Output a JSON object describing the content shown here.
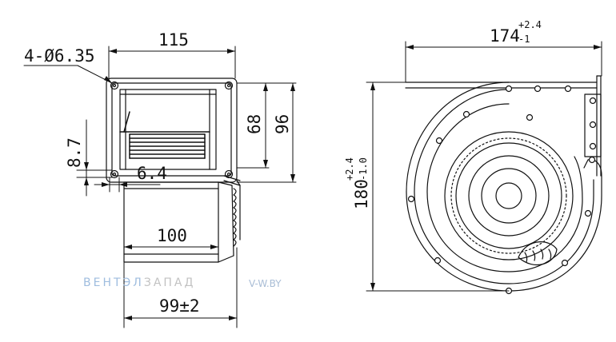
{
  "drawing": {
    "dimensions": {
      "holes": "4-Ø6.35",
      "width_top": "115",
      "height_inner": "68",
      "height_outer": "96",
      "offset_vertical": "8.7",
      "offset_horizontal": "6.4",
      "depth_inner": "100",
      "depth_outer": "99±2",
      "side_width": "174",
      "side_width_tol_upper": "+2.4",
      "side_width_tol_lower": "-1",
      "side_height": "180",
      "side_height_tol_upper": "+2.4",
      "side_height_tol_lower": "-1.0"
    }
  },
  "watermark": {
    "brand_part1": "ВЕНТЭЛ",
    "brand_part2": "ЗАПАД",
    "url": "V-W.BY",
    "color1": "#9fbddf",
    "color2": "#c2c2c2"
  }
}
